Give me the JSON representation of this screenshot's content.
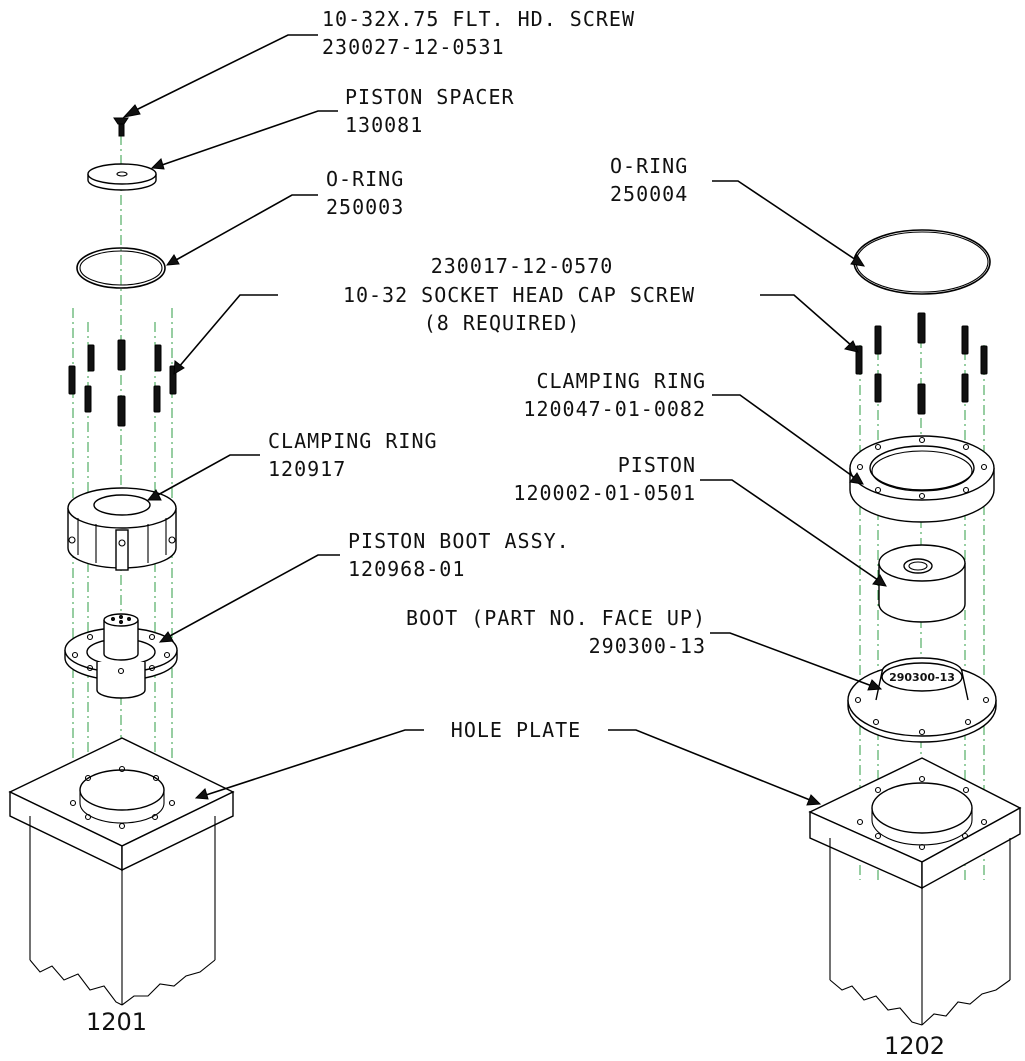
{
  "callouts": {
    "flat_head_screw": {
      "line1": "10-32X.75 FLT. HD. SCREW",
      "line2": "230027-12-0531"
    },
    "piston_spacer": {
      "line1": "PISTON SPACER",
      "line2": "130081"
    },
    "o_ring_1201": {
      "line1": "O-RING",
      "line2": "250003"
    },
    "o_ring_1202": {
      "line1": "O-RING",
      "line2": "250004"
    },
    "socket_head_screw": {
      "line1": "230017-12-0570",
      "line2": "10-32 SOCKET HEAD CAP SCREW",
      "line3": "(8 REQUIRED)"
    },
    "clamping_ring_1202": {
      "line1": "CLAMPING RING",
      "line2": "120047-01-0082"
    },
    "clamping_ring_1201": {
      "line1": "CLAMPING RING",
      "line2": "120917"
    },
    "piston": {
      "line1": "PISTON",
      "line2": "120002-01-0501"
    },
    "piston_boot_assy": {
      "line1": "PISTON BOOT ASSY.",
      "line2": "120968-01"
    },
    "boot": {
      "line1": "BOOT (PART NO. FACE UP)",
      "line2": "290300-13"
    },
    "hole_plate": {
      "line1": "HOLE PLATE"
    }
  },
  "boot_marking": "290300-13",
  "assemblies": {
    "left": "1201",
    "right": "1202"
  },
  "colors": {
    "centerline": "#2f9e44",
    "ink": "#111111"
  }
}
